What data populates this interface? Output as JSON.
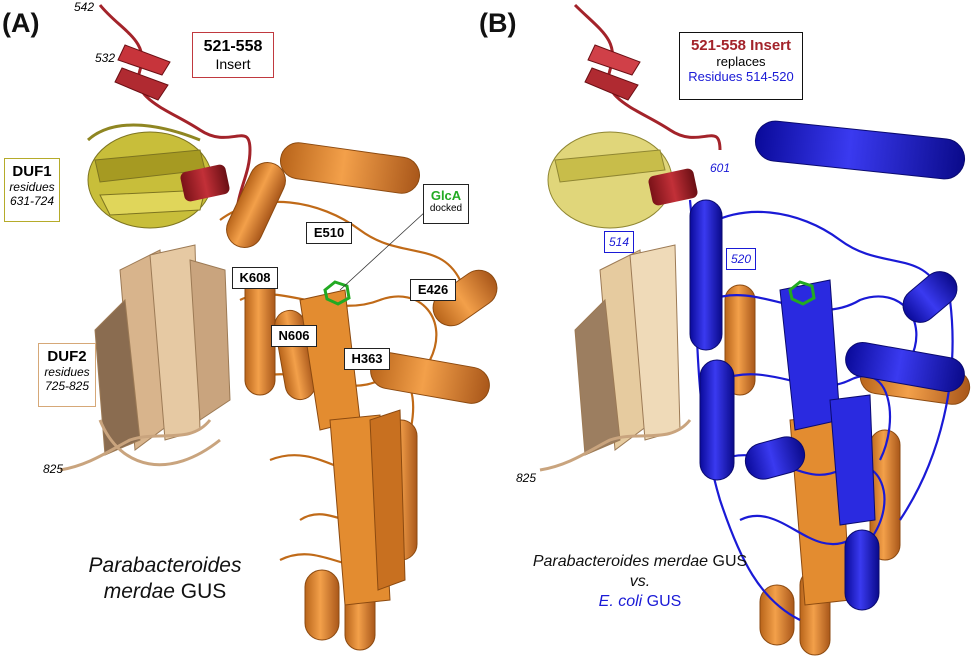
{
  "panel_a": {
    "letter": "(A)",
    "residue_542": "542",
    "residue_532": "532",
    "insert_box": {
      "title": "521-558",
      "subtitle": "Insert"
    },
    "duf1": {
      "title": "DUF1",
      "line1": "residues",
      "line2": "631-724"
    },
    "duf2": {
      "title": "DUF2",
      "line1": "residues",
      "line2": "725-825"
    },
    "glca": {
      "title": "GlcA",
      "subtitle": "docked"
    },
    "residue_labels": [
      "E510",
      "K608",
      "E426",
      "N606",
      "H363"
    ],
    "residue_825": "825",
    "caption": {
      "line1": "Parabacteroides",
      "line2_italic": "merdae",
      "line2_rest": " GUS"
    }
  },
  "panel_b": {
    "letter": "(B)",
    "insert_box": {
      "title": "521-558 Insert",
      "line2": "replaces",
      "line3": "Residues 514-520"
    },
    "residue_601": "601",
    "residue_514": "514",
    "residue_520": "520",
    "residue_825": "825",
    "caption": {
      "line1_italic": "Parabacteroides merdae",
      "line1_rest": " GUS",
      "line2": "vs.",
      "line3_italic": "E. coli",
      "line3_rest": " GUS"
    }
  },
  "colors": {
    "insert_red": "#a3232a",
    "duf1_olive": "#b7ad2a",
    "duf2_tan": "#c9a47e",
    "gus_orange": "#e08a2e",
    "ecoli_blue": "#1a1ad6",
    "glca_green": "#22aa22"
  }
}
